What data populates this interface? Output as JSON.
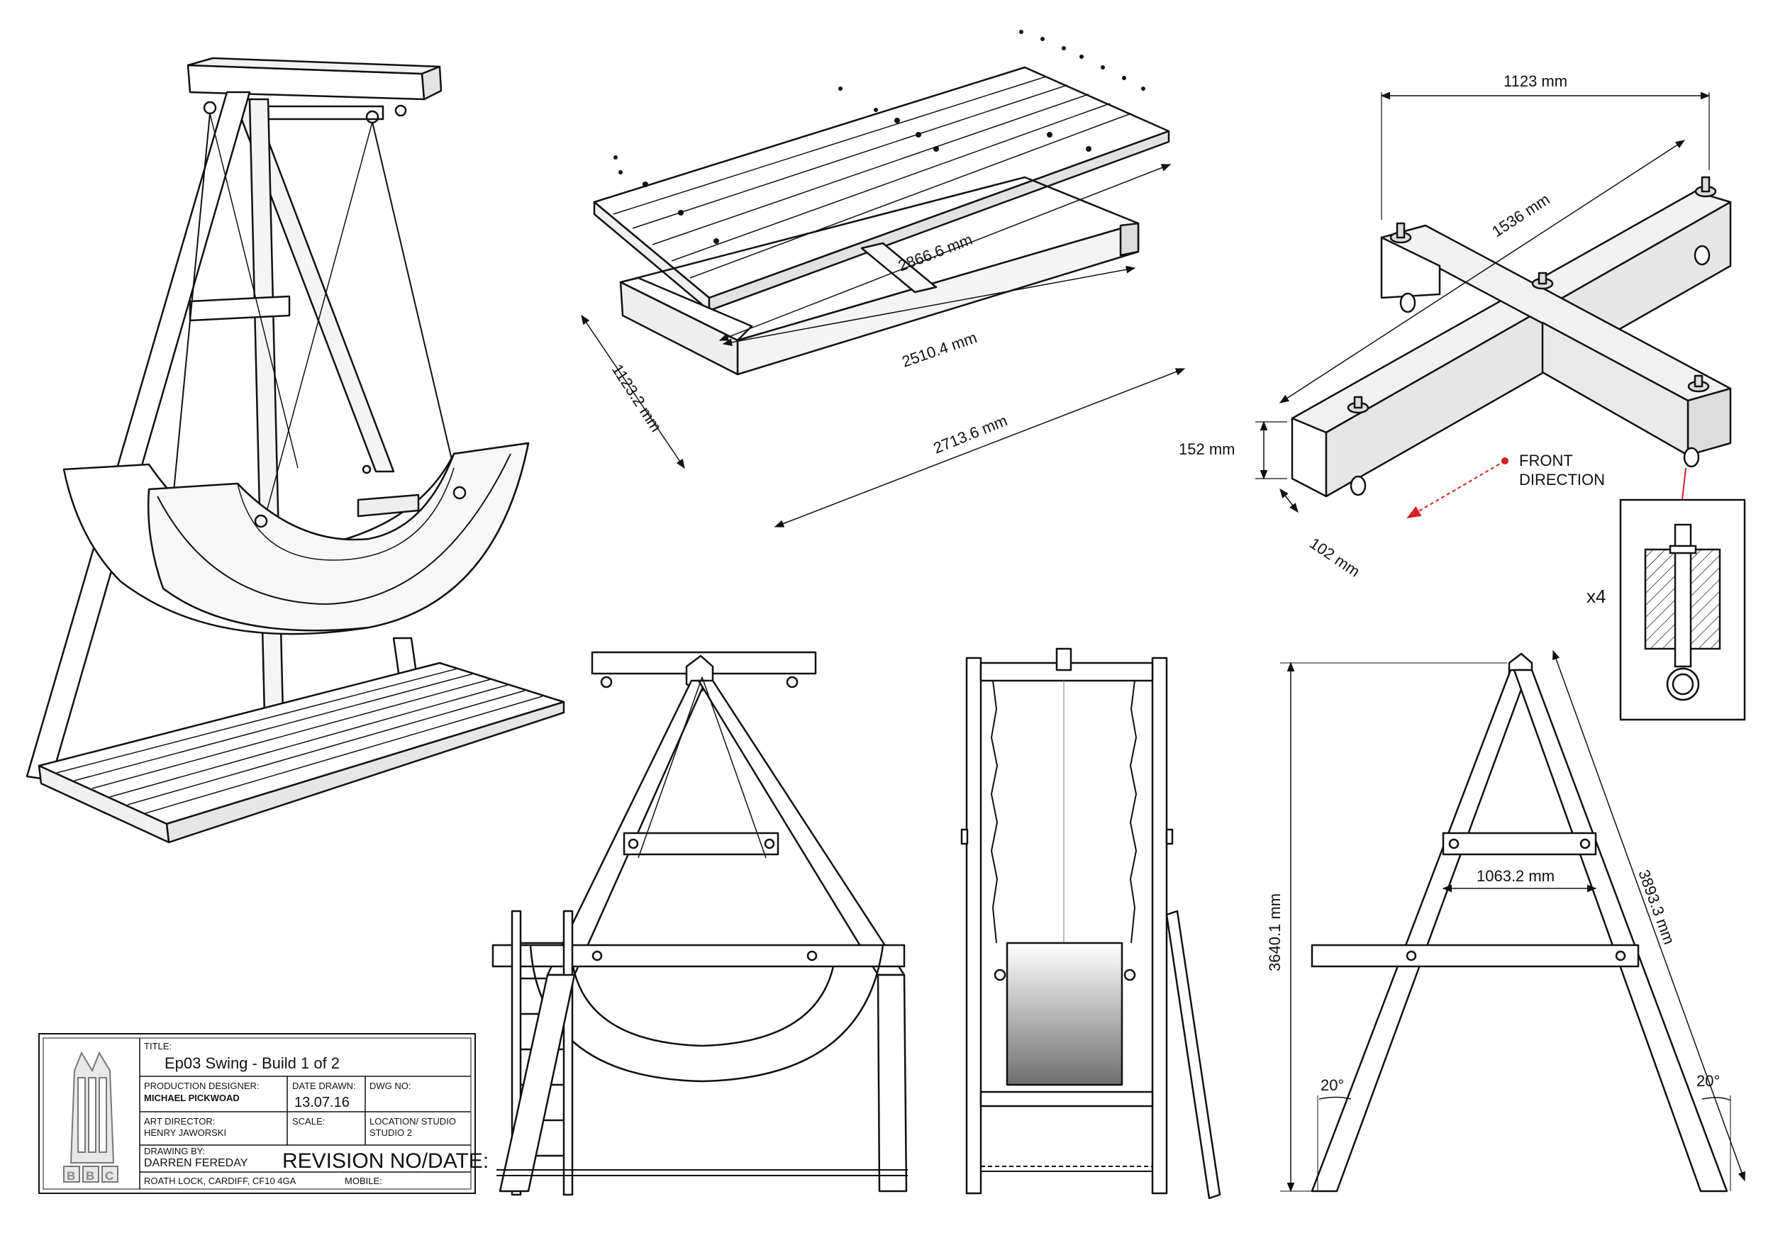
{
  "dimensions": {
    "deck_board_length": "2866.6 mm",
    "deck_frame_inner_length": "2510.4 mm",
    "deck_frame_outer_length": "2713.6 mm",
    "deck_frame_width": "1123.2 mm",
    "foot_width": "1123 mm",
    "foot_length": "1536 mm",
    "foot_height": "152 mm",
    "foot_depth": "102 mm",
    "front_direction": [
      "FRONT",
      "DIRECTION"
    ],
    "quantity": "x4",
    "overall_height": "3640.1 mm",
    "leg_length": "3893.3 mm",
    "crossbar_width": "1063.2 mm",
    "leg_angle_left": "20°",
    "leg_angle_right": "20°"
  },
  "title_block": {
    "title_label": "TITLE:",
    "title_value": "Ep03 Swing - Build 1 of 2",
    "designer_label": "PRODUCTION DESIGNER:",
    "designer_value": "MICHAEL PICKWOAD",
    "date_label": "DATE DRAWN:",
    "date_value": "13.07.16",
    "dwg_label": "DWG NO:",
    "art_director_label": "ART DIRECTOR:",
    "art_director_value": "HENRY JAWORSKI",
    "scale_label": "SCALE:",
    "location_label": "LOCATION/ STUDIO",
    "location_value": "STUDIO 2",
    "drawn_by_label": "DRAWING BY:",
    "drawn_by_value": "DARREN FEREDAY",
    "revision_label": "REVISION NO/DATE:",
    "address": "ROATH LOCK, CARDIFF, CF10 4GA",
    "mobile_label": "MOBILE:",
    "logo_letters": [
      "B",
      "B",
      "C"
    ]
  },
  "colors": {
    "line": "#111111",
    "accent": "#d32020",
    "fill": "#ffffff",
    "shade": "#e6e6e6"
  }
}
